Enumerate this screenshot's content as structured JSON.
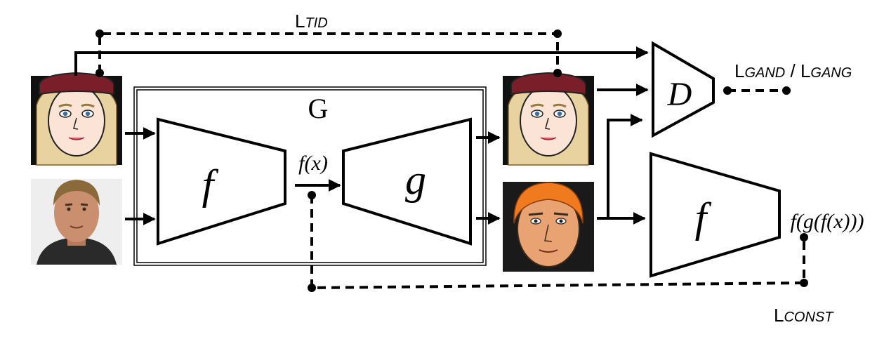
{
  "labels": {
    "tid_main": "L",
    "tid_sub": "TID",
    "gan_d_main": "L",
    "gan_d_sub": "GAND",
    "gan_sep": " / ",
    "gan_g_main": "L",
    "gan_g_sub": "GANG",
    "const_main": "L",
    "const_sub": "CONST",
    "generator": "G",
    "encoder": "f",
    "decoder": "g",
    "discriminator": "D",
    "encoder_2": "f",
    "fx": "f(x)",
    "fgfx": "f(g(f(x)))"
  },
  "colors": {
    "stroke": "#000000",
    "hat": "#7a1e2a",
    "hair_blonde": "#e8d3a0",
    "skin_cartoon": "#fbe3d6",
    "hair_orange": "#f07a1e",
    "skin_orange": "#e9a372",
    "photo_skin": "#c98f6e",
    "photo_bg": "#eeeeee"
  },
  "icons": {
    "target_cartoon": "cartoon-face-blonde-hat",
    "source_photo": "photo-face-man",
    "output_cartoon_a": "cartoon-face-blonde-hat",
    "output_cartoon_b": "cartoon-face-orange-hair"
  }
}
